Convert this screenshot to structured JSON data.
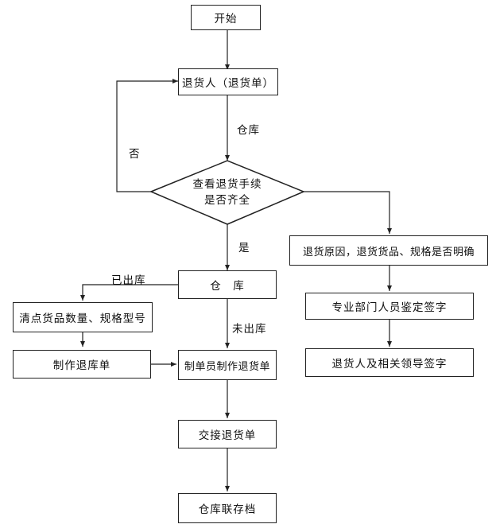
{
  "nodes": {
    "start": "开始",
    "returner_form": "退货人（退货单）",
    "decision_line1": "查看退货手续",
    "decision_line2": "是否齐全",
    "warehouse": "仓　库",
    "count_goods": "清点货品数量、规格型号",
    "make_return_note": "制作退库单",
    "clerk_make_note": "制单员制作退货单",
    "handover": "交接退货单",
    "archive": "仓库联存档",
    "reason_check": "退货原因，退货货品、规格是否明确",
    "dept_sign": "专业部门人员鉴定签字",
    "leader_sign": "退货人及相关领导签字"
  },
  "labels": {
    "to_warehouse": "仓库",
    "no": "否",
    "yes": "是",
    "shipped": "已出库",
    "not_shipped": "未出库"
  }
}
